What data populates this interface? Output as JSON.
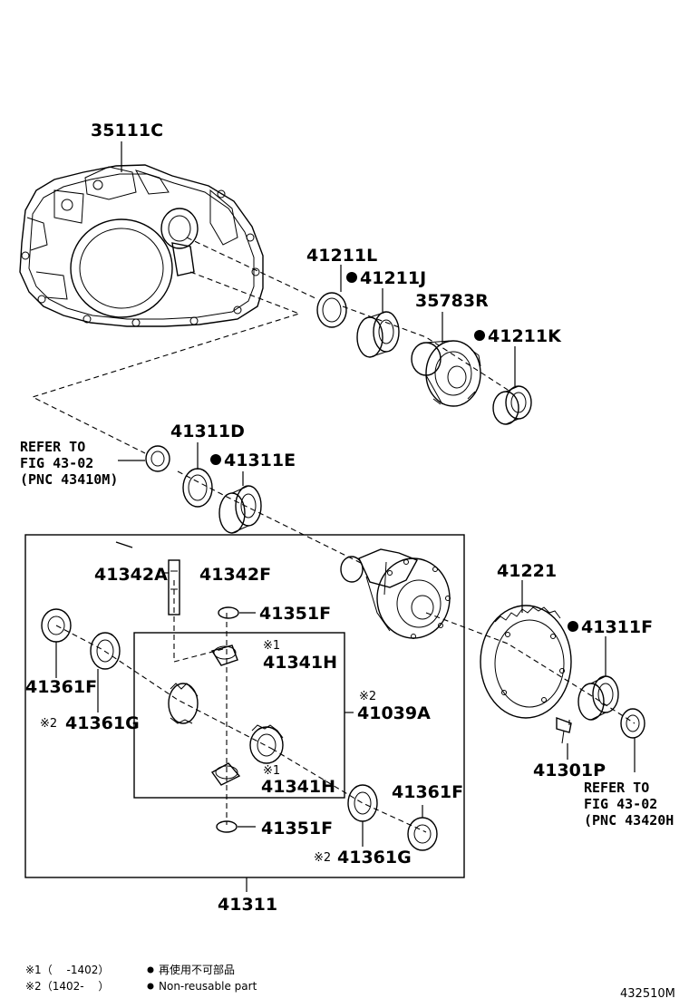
{
  "parts": {
    "p35111c": "35111C",
    "p41211l": "41211L",
    "p41211j": "41211J",
    "p35783r": "35783R",
    "p41211k": "41211K",
    "p41311d": "41311D",
    "p41311e": "41311E",
    "p41221": "41221",
    "p41311f": "41311F",
    "p41342a": "41342A",
    "p41342f": "41342F",
    "p41351f_top": "41351F",
    "p41341h_top": "41341H",
    "p41361f_left": "41361F",
    "p41361g_left": "41361G",
    "p41039a": "41039A",
    "p41341h_bottom": "41341H",
    "p41301p": "41301P",
    "p41361f_right": "41361F",
    "p41351f_bottom": "41351F",
    "p41361g_right": "41361G",
    "p41311": "41311"
  },
  "marks": {
    "note1": "※1",
    "note2": "※2"
  },
  "references": {
    "left": {
      "line1": "REFER TO",
      "line2": "FIG 43-02",
      "line3": "(PNC 43410M)"
    },
    "right": {
      "line1": "REFER TO",
      "line2": "FIG 43-02",
      "line3": "(PNC 43420H"
    }
  },
  "legend": {
    "row1_mark": "※1（　 -1402）",
    "row1_text": "再使用不可部品",
    "row2_mark": "※2（1402-　 ）",
    "row2_text": "Non-reusable part"
  },
  "figure_number": "432510M"
}
